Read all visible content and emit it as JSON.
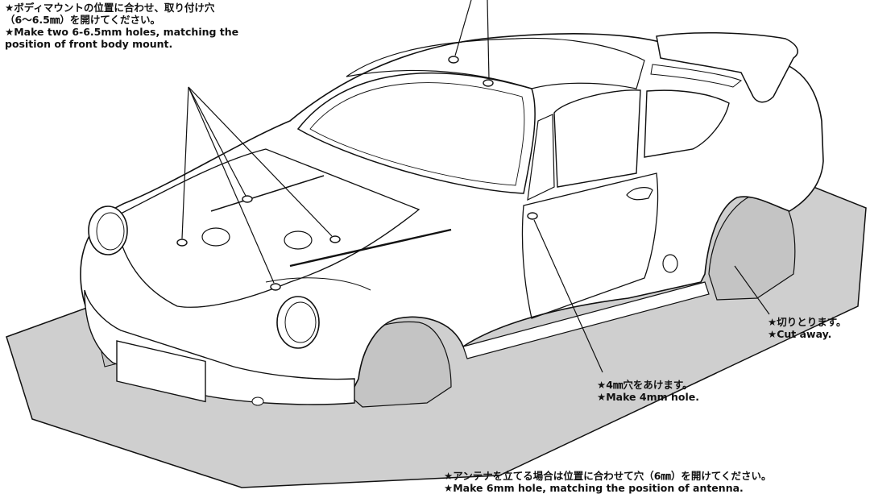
{
  "annotations": {
    "front_mount": {
      "jp_line1": "★ボディマウントの位置に合わせ、取り付け穴",
      "jp_line2": "（6〜6.5㎜）を開けてください。",
      "en_line1": "★Make two 6-6.5mm holes, matching the",
      "en_line2": "position of front body mount."
    },
    "cut_away": {
      "jp": "★切りとります。",
      "en": "★Cut away."
    },
    "hole_4mm": {
      "jp": "★4㎜穴をあけます。",
      "en": "★Make 4mm hole."
    },
    "antenna": {
      "jp": "★アンテナを立てる場合は位置に合わせて穴（6㎜）を開けてください。",
      "en": "★Make 6mm hole, matching the position of antenna."
    }
  },
  "colors": {
    "outline": "#111111",
    "cut_area": "#cfcfcf",
    "background": "#ffffff"
  }
}
